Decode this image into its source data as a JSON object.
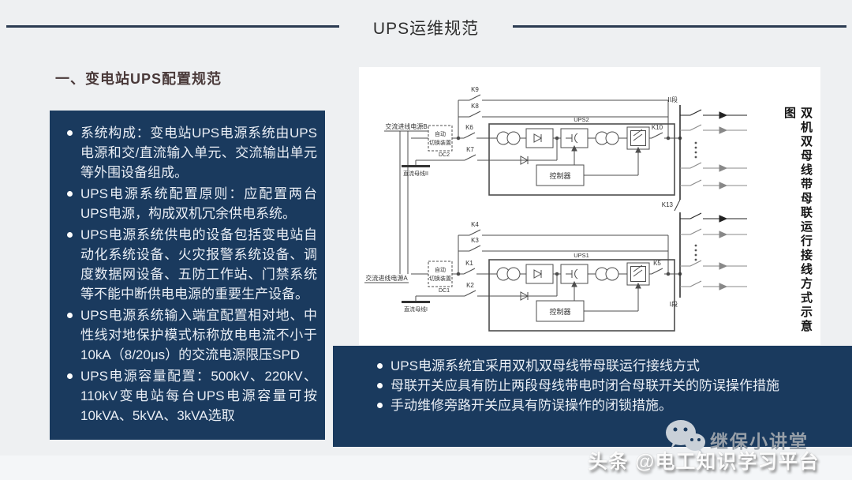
{
  "header": {
    "title": "UPS运维规范"
  },
  "section": {
    "heading": "一、变电站UPS配置规范"
  },
  "left_panel": {
    "bullets": [
      "系统构成：变电站UPS电源系统由UPS电源和交/直流输入单元、交流输出单元等外围设备组成。",
      "UPS电源系统配置原则：应配置两台UPS电源，构成双机冗余供电系统。",
      "UPS电源系统供电的设备包括变电站自动化系统设备、火灾报警系统设备、调度数据网设备、五防工作站、门禁系统等不能中断供电电源的重要生产设备。",
      "UPS电源系统输入端宜配置相对地、中性线对地保护模式标称放电电流不小于10kA（8/20μs）的交流电源限压SPD",
      "UPS电源容量配置：500kV、220kV、110kV变电站每台UPS电源容量可按10kVA、5kVA、3kVA选取"
    ]
  },
  "bottom_panel": {
    "bullets": [
      "UPS电源系统宜采用双机双母线带母联运行接线方式",
      "母联开关应具有防止两段母线带电时闭合母联开关的防误操作措施",
      "手动维修旁路开关应具有防误操作的闭锁措施。"
    ]
  },
  "diagram": {
    "caption": "双机双母线带母联运行接线方式示意图",
    "labels": {
      "ups2": "UPS2",
      "ups1": "UPS1",
      "controller": "控制器",
      "ats_line1": "自动",
      "ats_line2": "切换装置",
      "ac_source_b": "交流进线电源B",
      "ac_source_a": "交流进线电源A",
      "dc2": "DC2",
      "dc1": "DC1",
      "dc_bus_2": "直流母线II",
      "dc_bus_1": "直流母线I",
      "bus_2": "II段",
      "bus_1": "I段",
      "k1": "K1",
      "k2": "K2",
      "k3": "K3",
      "k4": "K4",
      "k5": "K5",
      "k6": "K6",
      "k7": "K7",
      "k8": "K8",
      "k9": "K9",
      "k10": "K10",
      "k13": "K13"
    }
  },
  "footer": {
    "brand": "继保小讲堂",
    "watermark": "头条 @电工知识学习平台"
  },
  "colors": {
    "panel": "#1a3a5e",
    "header_line": "#2b3b52",
    "heading_text": "#4a3a3a",
    "background": "#eef0f2"
  }
}
